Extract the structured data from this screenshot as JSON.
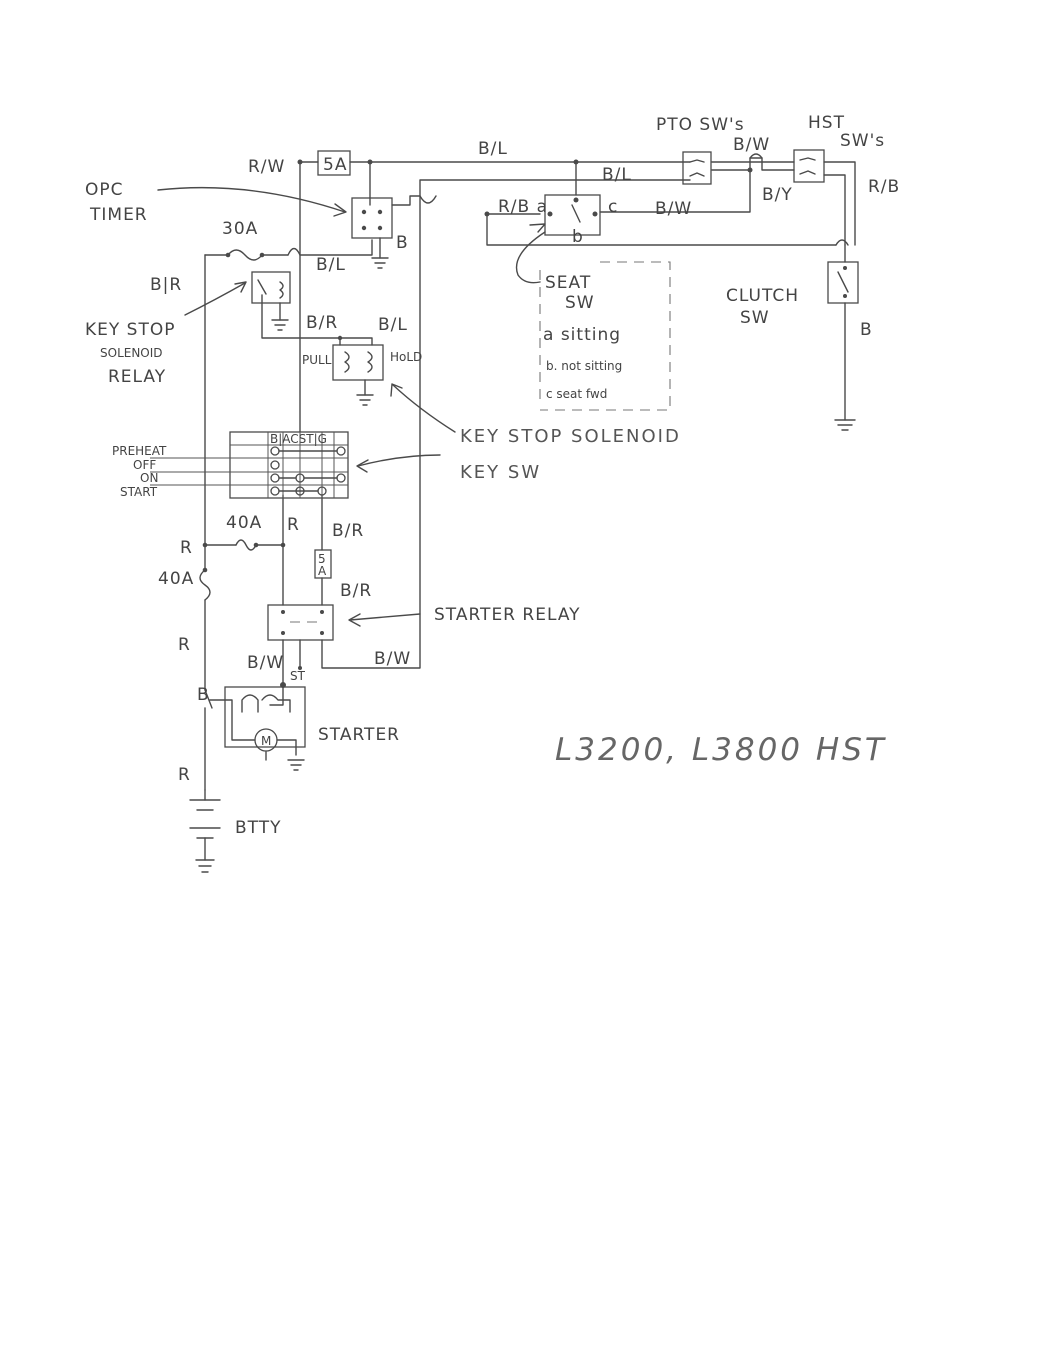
{
  "labels": {
    "rw": "R/W",
    "fuse_5a_top": "5A",
    "bl_top": "B/L",
    "pto_sws": "PTO SW's",
    "bw_top": "B/W",
    "hst": "HST",
    "sws": "SW's",
    "bl_mid": "B/L",
    "rb_right": "R/B",
    "by": "B/Y",
    "rb_a": "R/B a",
    "c": "c",
    "bw_mid": "B/W",
    "b_seat": "b",
    "opc": "OPC",
    "timer": "TIMER",
    "b_opc": "B",
    "fuse_30a": "30A",
    "bl_left": "B/L",
    "br_left": "B|R",
    "key_stop": "KEY STOP",
    "solenoid": "SOLENOID",
    "relay": "RELAY",
    "br_mid": "B/R",
    "bl_mid2": "B/L",
    "pull": "PULL",
    "hold": "HoLD",
    "seat_sw_1": "SEAT",
    "seat_sw_2": "SW",
    "seat_a": "a  sitting",
    "seat_b": "b.  not sitting",
    "seat_c": "c  seat fwd",
    "clutch_1": "CLUTCH",
    "clutch_2": "SW",
    "b_clutch": "B",
    "key_stop_solenoid": "KEY STOP SOLENOID",
    "key_sw": "KEY SW",
    "ks_header": "B|ACST|G",
    "preheat": "PREHEAT",
    "off": "OFF",
    "on": "ON",
    "start": "START",
    "fuse_40a_h": "40A",
    "r_ks": "R",
    "br_ks": "B/R",
    "r_left1": "R",
    "fuse_40a_v": "40A",
    "fuse_5a_low": "5",
    "fuse_5a_low2": "A",
    "br_relay": "B/R",
    "starter_relay": "STARTER RELAY",
    "r_left2": "R",
    "bw_low1": "B/W",
    "st": "ST",
    "bw_low2": "B/W",
    "b_starter": "B",
    "starter": "STARTER",
    "motor": "M",
    "r_left3": "R",
    "btty": "BTTY",
    "model": "L3200, L3800 HST"
  }
}
